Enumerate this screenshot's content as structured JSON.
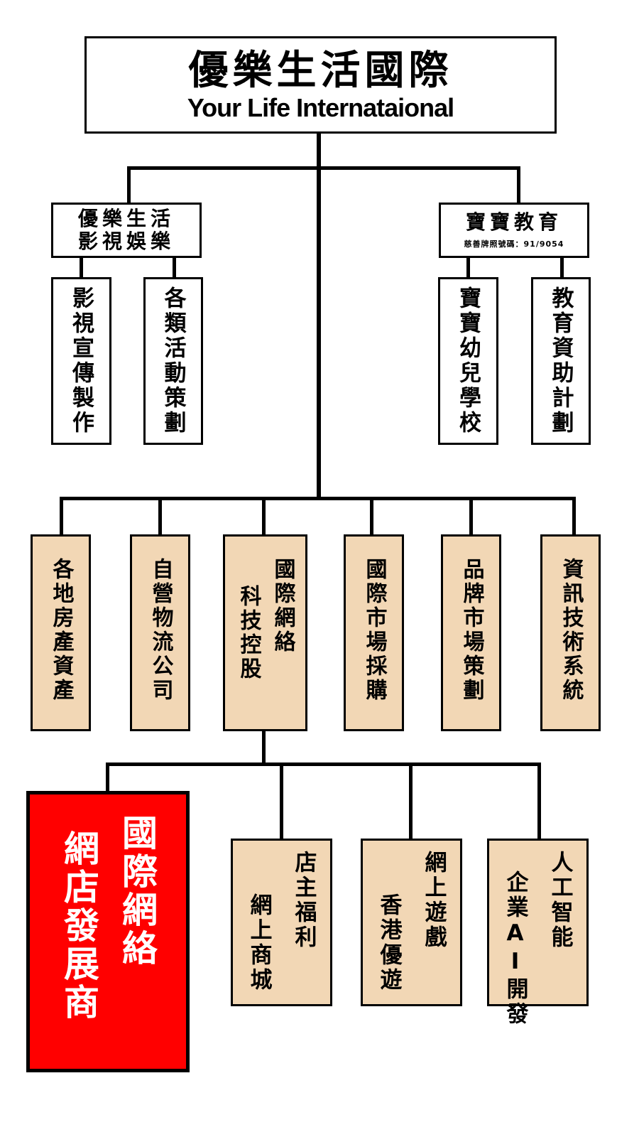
{
  "root": {
    "title_zh": "優樂生活國際",
    "title_en": "Your Life Internataional"
  },
  "media": {
    "line1": "優樂生活",
    "line2": "影視娛樂",
    "children": [
      "影視宣傳製作",
      "各類活動策劃"
    ]
  },
  "education": {
    "title": "寶寶教育",
    "charity": "慈善牌照號碼：91/9054",
    "children": [
      "寶寶幼兒學校",
      "教育資助計劃"
    ]
  },
  "divisions": {
    "realestate": "各地房產資產",
    "logistics": "自營物流公司",
    "tech": {
      "col1": "國際網絡",
      "col2": "科技控股"
    },
    "procurement": "國際市場採購",
    "brand": "品牌市場策劃",
    "it": "資訊技術系統"
  },
  "tech_children": {
    "highlight": {
      "col1": "國際網絡",
      "col2": "網店發展商"
    },
    "mall": {
      "col1": "店主福利",
      "col2": "網上商城"
    },
    "games": {
      "col1": "網上遊戲",
      "col2": "香港優遊"
    },
    "ai": {
      "col1": "人工智能",
      "col2": "企業AI開發"
    }
  },
  "colors": {
    "beige": "#f2d7b5",
    "highlight_red": "#ff0000",
    "line": "#000000"
  }
}
